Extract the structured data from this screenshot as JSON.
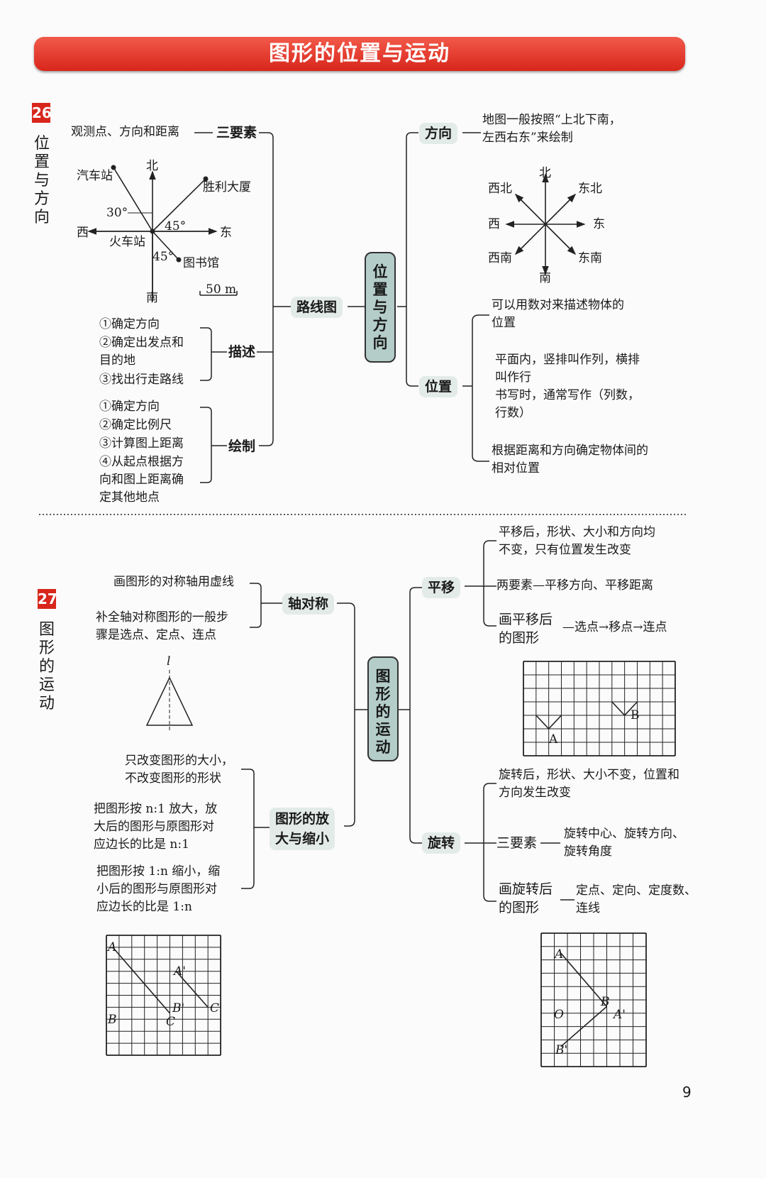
{
  "title": "图形的位置与运动",
  "page_number": "9",
  "section26": {
    "number": "26",
    "heading": "位置与方向",
    "center": "位置与方向",
    "left": {
      "three_elements_text": "观测点、方向和距离",
      "three_elements": "三要素",
      "map": {
        "north": "北",
        "south": "南",
        "east": "东",
        "west": "西",
        "origin": "火车站",
        "bus": "汽车站",
        "tower": "胜利大厦",
        "library": "图书馆",
        "angle1": "30°",
        "angle2": "45°",
        "angle3": "45°",
        "scale": "50 m"
      },
      "route_map": "路线图",
      "describe": "描述",
      "describe_steps": [
        "①确定方向",
        "②确定出发点和\n目的地",
        "③找出行走路线"
      ],
      "draw": "绘制",
      "draw_steps": [
        "①确定方向",
        "②确定比例尺",
        "③计算图上距离",
        "④从起点根据方\n向和图上距离确\n定其他地点"
      ]
    },
    "right": {
      "direction": "方向",
      "direction_text": "地图一般按照“上北下南，\n左西右东”来绘制",
      "compass": {
        "n": "北",
        "s": "南",
        "e": "东",
        "w": "西",
        "ne": "东北",
        "nw": "西北",
        "se": "东南",
        "sw": "西南"
      },
      "position": "位置",
      "position_items": [
        "可以用数对来描述物体的\n位置",
        "平面内，竖排叫作列，横排\n叫作行\n书写时，通常写作（列数，\n行数）",
        "根据距离和方向确定物体间的\n相对位置"
      ]
    }
  },
  "section27": {
    "number": "27",
    "heading": "图形的运动",
    "center": "图形的运动",
    "left": {
      "axis": "轴对称",
      "axis_items": [
        "画图形的对称轴用虚线",
        "补全轴对称图形的一般步\n骤是选点、定点、连点"
      ],
      "axis_label": "l",
      "scale": "图形的放\n大与缩小",
      "scale_items": [
        "只改变图形的大小，\n不改变图形的形状",
        "把图形按 n:1 放大，放\n大后的图形与原图形对\n应边长的比是 n:1",
        "把图形按 1:n 缩小，缩\n小后的图形与原图形对\n应边长的比是 1:n"
      ],
      "grid_labels": {
        "A": "A",
        "B": "B",
        "C": "C",
        "A2": "A'",
        "B2": "B'",
        "C2": "C'"
      }
    },
    "right": {
      "translate": "平移",
      "translate_items": [
        "平移后，形状、大小和方向均\n不变，只有位置发生改变",
        "两要素—平移方向、平移距离"
      ],
      "translate_draw": "画平移后\n的图形",
      "translate_steps": "—选点→移点→连点",
      "translate_grid": {
        "A": "A",
        "B": "B"
      },
      "rotate": "旋转",
      "rotate_items": [
        "旋转后，形状、大小不变，位置和\n方向发生改变"
      ],
      "rotate_three": "三要素",
      "rotate_three_text": "旋转中心、旋转方向、\n旋转角度",
      "rotate_draw": "画旋转后\n的图形",
      "rotate_steps": "定点、定向、定度数、\n连线",
      "rotate_grid": {
        "A": "A",
        "B": "B",
        "O": "O",
        "A2": "A'",
        "B2": "B'"
      }
    }
  }
}
